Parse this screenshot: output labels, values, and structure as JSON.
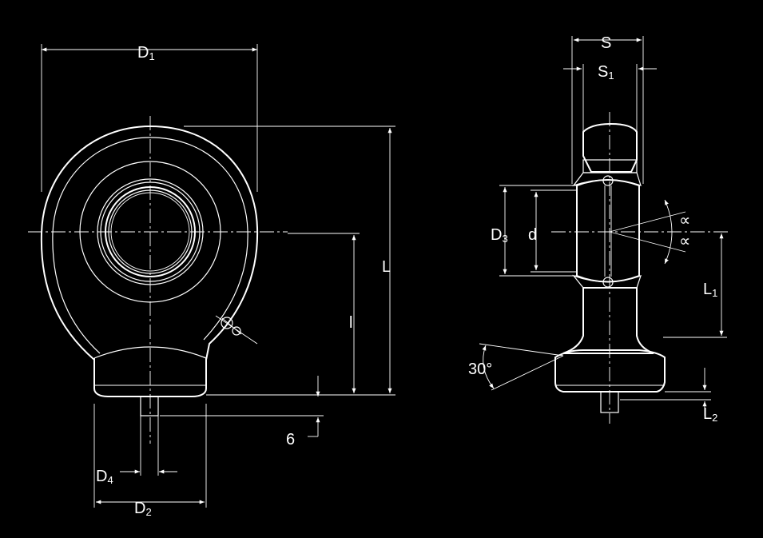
{
  "colors": {
    "background": "#000000",
    "lines": "#ffffff"
  },
  "front_view": {
    "D1": {
      "main": "D",
      "sub": "1"
    },
    "D2": {
      "main": "D",
      "sub": "2"
    },
    "D4": {
      "main": "D",
      "sub": "4"
    },
    "L": "L",
    "l": "l",
    "six": "6"
  },
  "side_view": {
    "S": "S",
    "S1": {
      "main": "S",
      "sub": "1"
    },
    "D3": {
      "main": "D",
      "sub": "3"
    },
    "d": "d",
    "alpha1": "∝",
    "alpha2": "∝",
    "L1": {
      "main": "L",
      "sub": "1"
    },
    "L2": {
      "main": "L",
      "sub": "2"
    },
    "angle": "30°"
  }
}
